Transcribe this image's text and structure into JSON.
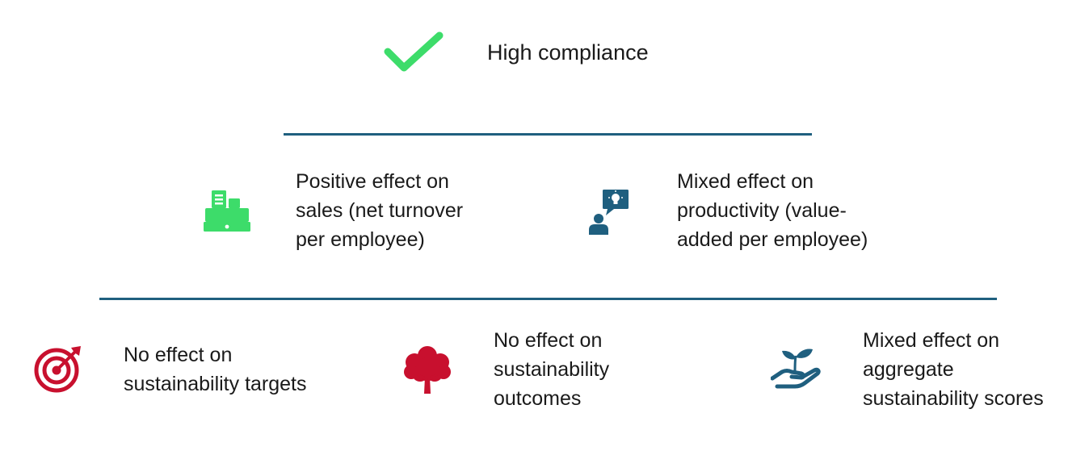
{
  "top": {
    "icon": "checkmark-icon",
    "label": "High compliance"
  },
  "row1": [
    {
      "icon": "cash-register-icon",
      "lines": [
        "Positive effect on",
        "sales (net turnover",
        "per employee)"
      ]
    },
    {
      "icon": "person-idea-icon",
      "lines": [
        "Mixed effect on",
        "productivity (value-",
        "added per employee)"
      ]
    }
  ],
  "row2": [
    {
      "icon": "target-icon",
      "lines": [
        "No effect on",
        "sustainability targets"
      ]
    },
    {
      "icon": "tree-icon",
      "lines": [
        "No effect on",
        "sustainability",
        "outcomes"
      ]
    },
    {
      "icon": "hand-sprout-icon",
      "lines": [
        "Mixed effect on",
        "aggregate",
        "sustainability scores"
      ]
    }
  ],
  "colors": {
    "positive": "#3ddc6a",
    "mixed": "#1f5f7f",
    "none": "#c8102e",
    "rule": "#1f5f7f"
  }
}
